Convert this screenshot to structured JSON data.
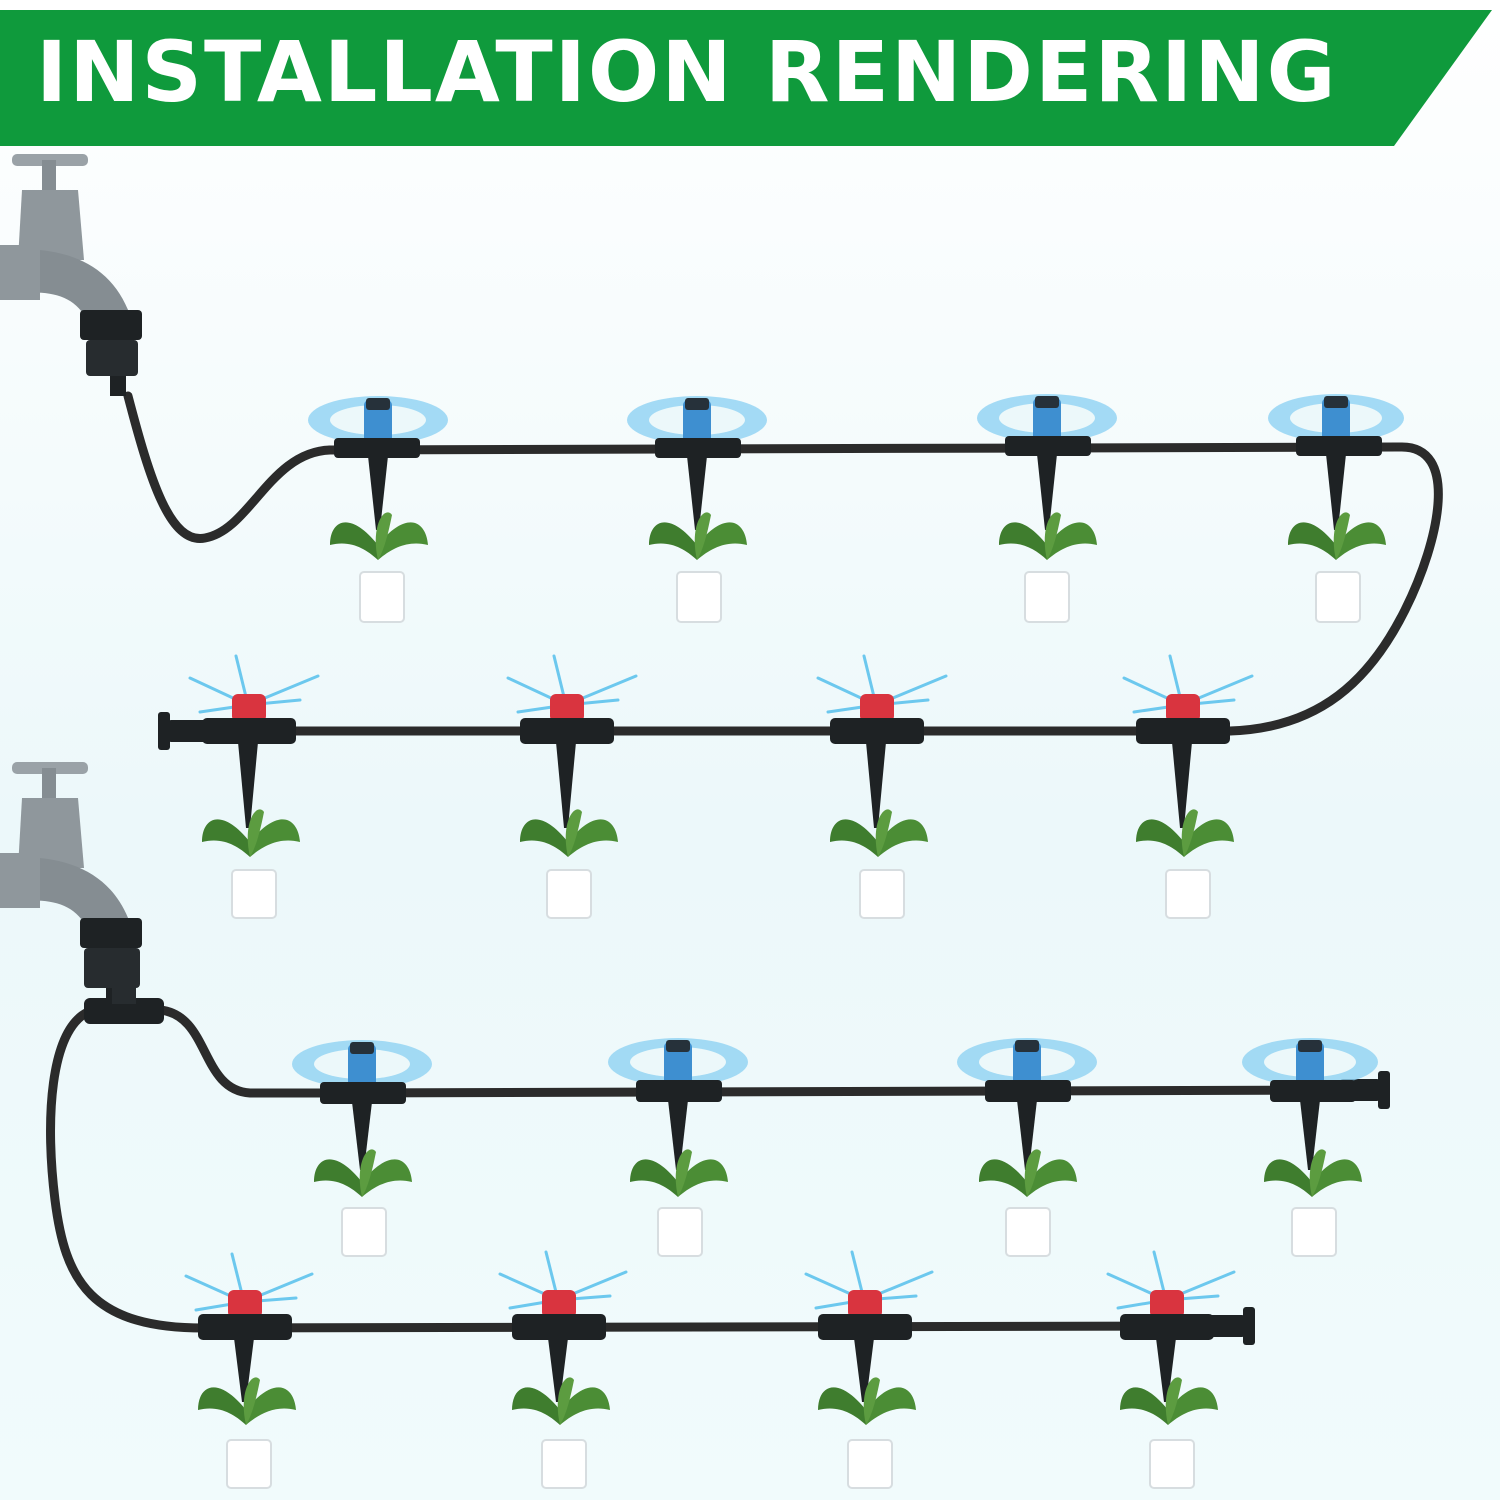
{
  "banner": {
    "title": "INSTALLATION RENDERING",
    "background_color": "#0f9a3c",
    "text_color": "#ffffff"
  },
  "colors": {
    "tube": "#2b2b2b",
    "blue_nozzle": "#3e8fd0",
    "blue_spray": "#8fd2f3",
    "red_nozzle": "#d9343f",
    "red_spray": "#6cc8ee",
    "stake": "#1e2224",
    "pot": "#ffffff",
    "leaf": "#3f7d2e",
    "faucet": "#8f979c"
  },
  "icons": [
    "faucet-icon",
    "blue-spray-nozzle-icon",
    "red-spray-nozzle-icon",
    "potted-plant-icon",
    "end-plug-icon",
    "tee-connector-icon"
  ],
  "systems": [
    {
      "name": "system-1",
      "rows": [
        {
          "nozzle": "blue-spray",
          "count": 4
        },
        {
          "nozzle": "red-spray",
          "count": 4
        }
      ]
    },
    {
      "name": "system-2",
      "rows": [
        {
          "nozzle": "blue-spray",
          "count": 4
        },
        {
          "nozzle": "red-spray",
          "count": 4
        }
      ]
    }
  ]
}
